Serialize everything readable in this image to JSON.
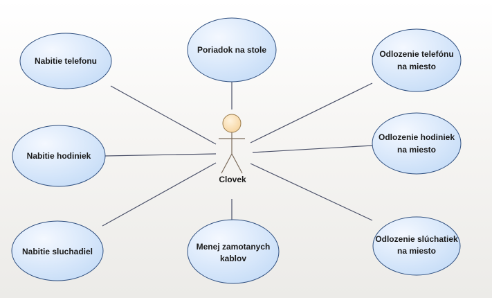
{
  "diagram": {
    "actor": {
      "name": "Clovek"
    },
    "use_cases": [
      {
        "id": "nabitie-telefonu",
        "lines": [
          "Nabitie telefonu"
        ]
      },
      {
        "id": "poriadok-na-stole",
        "lines": [
          "Poriadok na stole"
        ]
      },
      {
        "id": "odlozenie-telefonu",
        "lines": [
          "Odlozenie telefónu",
          "na miesto"
        ]
      },
      {
        "id": "nabitie-hodiniek",
        "lines": [
          "Nabitie hodiniek"
        ]
      },
      {
        "id": "odlozenie-hodiniek",
        "lines": [
          "Odlozenie hodiniek",
          "na miesto"
        ]
      },
      {
        "id": "nabitie-sluchadiel",
        "lines": [
          "Nabitie sluchadiel"
        ]
      },
      {
        "id": "menej-zamotanych-kablov",
        "lines": [
          "Menej zamotanych",
          "kablov"
        ]
      },
      {
        "id": "odlozenie-sluchatiek",
        "lines": [
          "Odlozenie slúchatiek",
          "na miesto"
        ]
      }
    ],
    "colors": {
      "use_case_fill_light": "#f4f8ff",
      "use_case_fill_dark": "#c5dcf7",
      "use_case_stroke": "#2f4f7f",
      "association_line": "#4a5068",
      "actor_head_fill": "#fbe2b8",
      "actor_head_stroke": "#9a7a4a",
      "actor_body": "#7a6a5a"
    }
  }
}
